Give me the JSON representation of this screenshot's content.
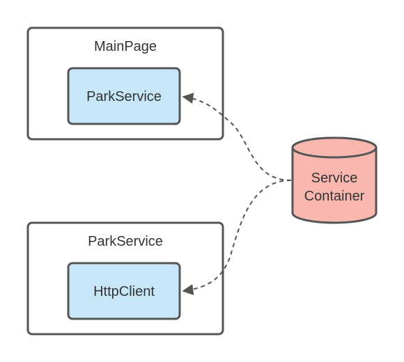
{
  "diagram": {
    "containers": [
      {
        "title": "MainPage",
        "inner": "ParkService"
      },
      {
        "title": "ParkService",
        "inner": "HttpClient"
      }
    ],
    "service": {
      "line1": "Service",
      "line2": "Container"
    }
  },
  "colors": {
    "container_fill": "#ffffff",
    "border": "#555555",
    "inner_fill": "#c7e6f7",
    "cylinder_fill": "#f8b8b0",
    "text": "#333333",
    "arrow": "#555555"
  }
}
